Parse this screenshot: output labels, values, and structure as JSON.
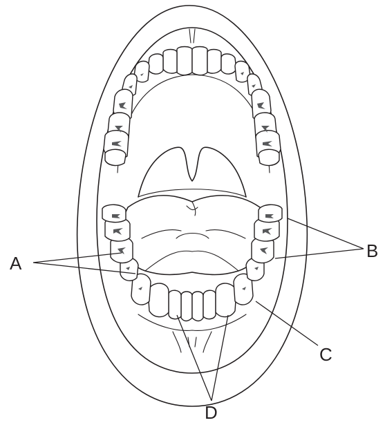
{
  "labels": {
    "a": "A",
    "b": "B",
    "c": "C",
    "d": "D"
  },
  "colors": {
    "line": "#231f20",
    "fissure": "#58595b",
    "background": "#ffffff"
  }
}
